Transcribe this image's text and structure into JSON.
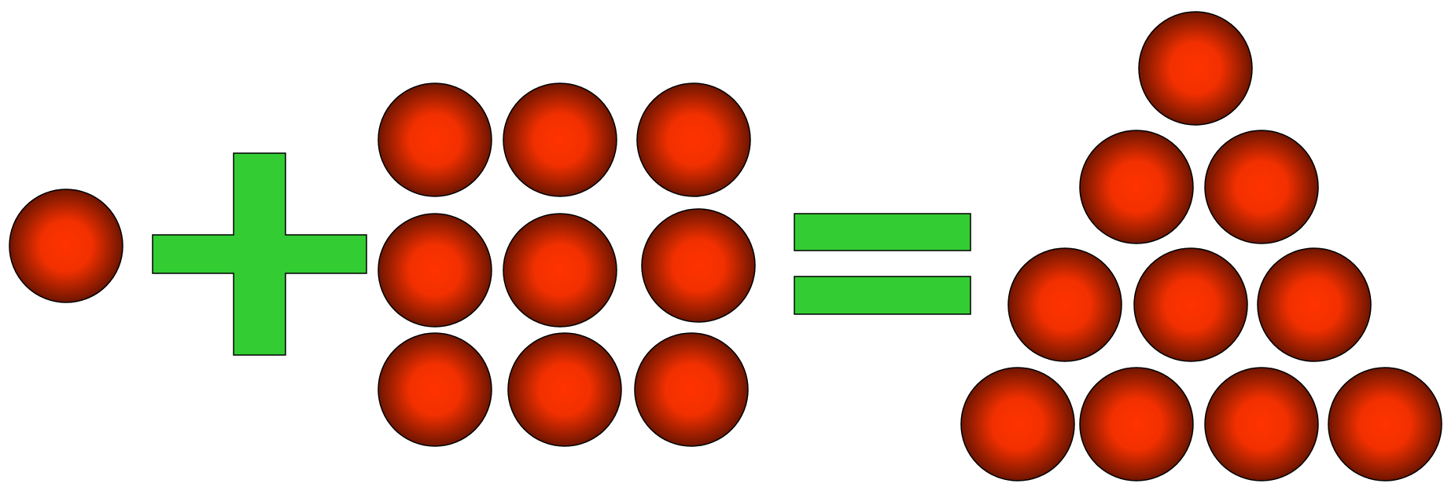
{
  "equation": {
    "left_term": {
      "count": 1
    },
    "operator_plus": {
      "symbol": "plus"
    },
    "middle_term": {
      "count": 9,
      "arrangement": "3x3 square"
    },
    "operator_equals": {
      "symbol": "equals"
    },
    "right_term": {
      "count": 10,
      "arrangement": "triangle",
      "rows": [
        1,
        2,
        3,
        4
      ]
    }
  },
  "colors": {
    "ball_center": "#ff3300",
    "ball_edge": "#6e1500",
    "operator_fill": "#33cc33",
    "outline": "#000000",
    "background": "#ffffff"
  },
  "icons": {
    "ball": "red-ball-icon",
    "plus": "plus-icon",
    "equals": "equals-icon"
  }
}
